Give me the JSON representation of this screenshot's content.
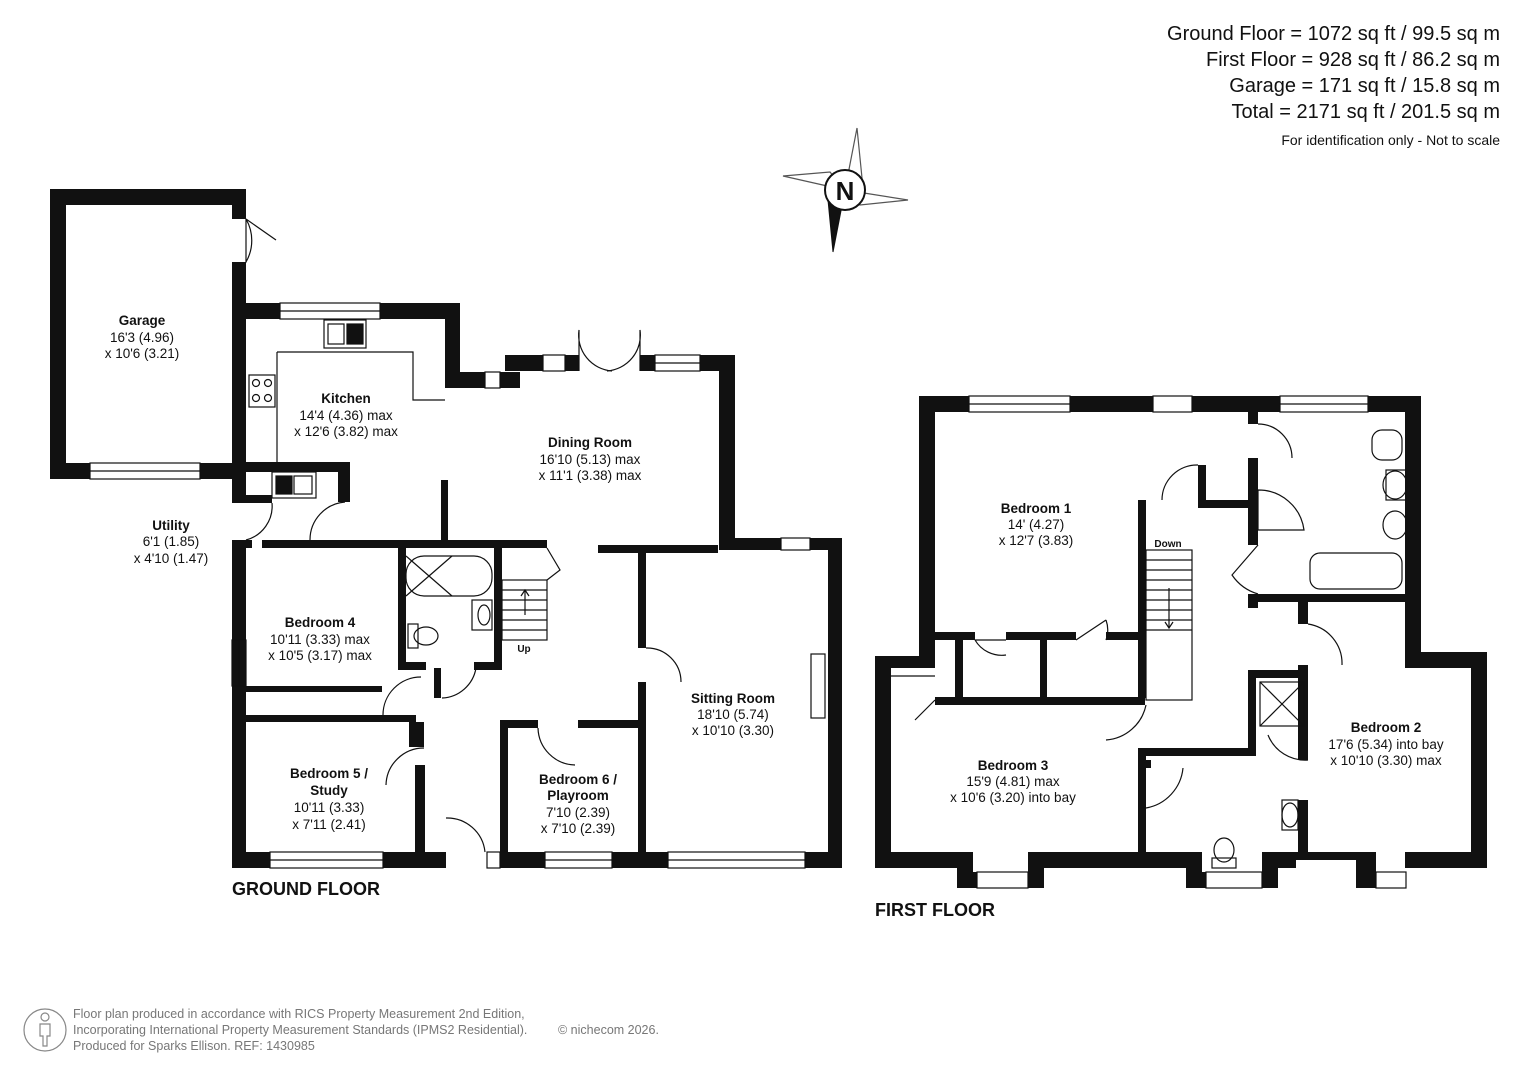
{
  "areas": {
    "ground_floor": "Ground Floor = 1072 sq ft / 99.5 sq m",
    "first_floor": "First Floor = 928 sq ft / 86.2 sq m",
    "garage": "Garage = 171 sq ft / 15.8 sq m",
    "total": "Total = 2171 sq ft / 201.5 sq m",
    "note": "For identification only - Not to scale"
  },
  "compass": {
    "label": "N"
  },
  "ground_floor": {
    "title": "GROUND FLOOR",
    "up_label": "Up",
    "rooms": {
      "garage": {
        "name": "Garage",
        "dim1": "16'3 (4.96)",
        "dim2": "x 10'6 (3.21)"
      },
      "kitchen": {
        "name": "Kitchen",
        "dim1": "14'4 (4.36) max",
        "dim2": "x 12'6 (3.82) max"
      },
      "dining": {
        "name": "Dining Room",
        "dim1": "16'10 (5.13) max",
        "dim2": "x 11'1 (3.38) max"
      },
      "utility": {
        "name": "Utility",
        "dim1": "6'1 (1.85)",
        "dim2": "x 4'10 (1.47)"
      },
      "bedroom4": {
        "name": "Bedroom 4",
        "dim1": "10'11 (3.33) max",
        "dim2": "x 10'5 (3.17) max"
      },
      "bedroom5": {
        "name1": "Bedroom 5 /",
        "name2": "Study",
        "dim1": "10'11 (3.33)",
        "dim2": "x 7'11 (2.41)"
      },
      "bedroom6": {
        "name1": "Bedroom 6 /",
        "name2": "Playroom",
        "dim1": "7'10 (2.39)",
        "dim2": "x 7'10 (2.39)"
      },
      "sitting": {
        "name": "Sitting Room",
        "dim1": "18'10 (5.74)",
        "dim2": "x 10'10 (3.30)"
      }
    }
  },
  "first_floor": {
    "title": "FIRST FLOOR",
    "down_label": "Down",
    "rooms": {
      "bedroom1": {
        "name": "Bedroom 1",
        "dim1": "14' (4.27)",
        "dim2": "x 12'7 (3.83)"
      },
      "bedroom2": {
        "name": "Bedroom 2",
        "dim1": "17'6 (5.34) into bay",
        "dim2": "x 10'10 (3.30) max"
      },
      "bedroom3": {
        "name": "Bedroom 3",
        "dim1": "15'9 (4.81) max",
        "dim2": "x 10'6 (3.20) into bay"
      }
    }
  },
  "footer": {
    "line1": "Floor plan produced in accordance with RICS Property Measurement 2nd Edition,",
    "line2": "Incorporating International Property Measurement Standards (IPMS2 Residential).",
    "line3": "Produced for Sparks Ellison.   REF: 1430985",
    "copyright": "© nichecom 2026."
  }
}
